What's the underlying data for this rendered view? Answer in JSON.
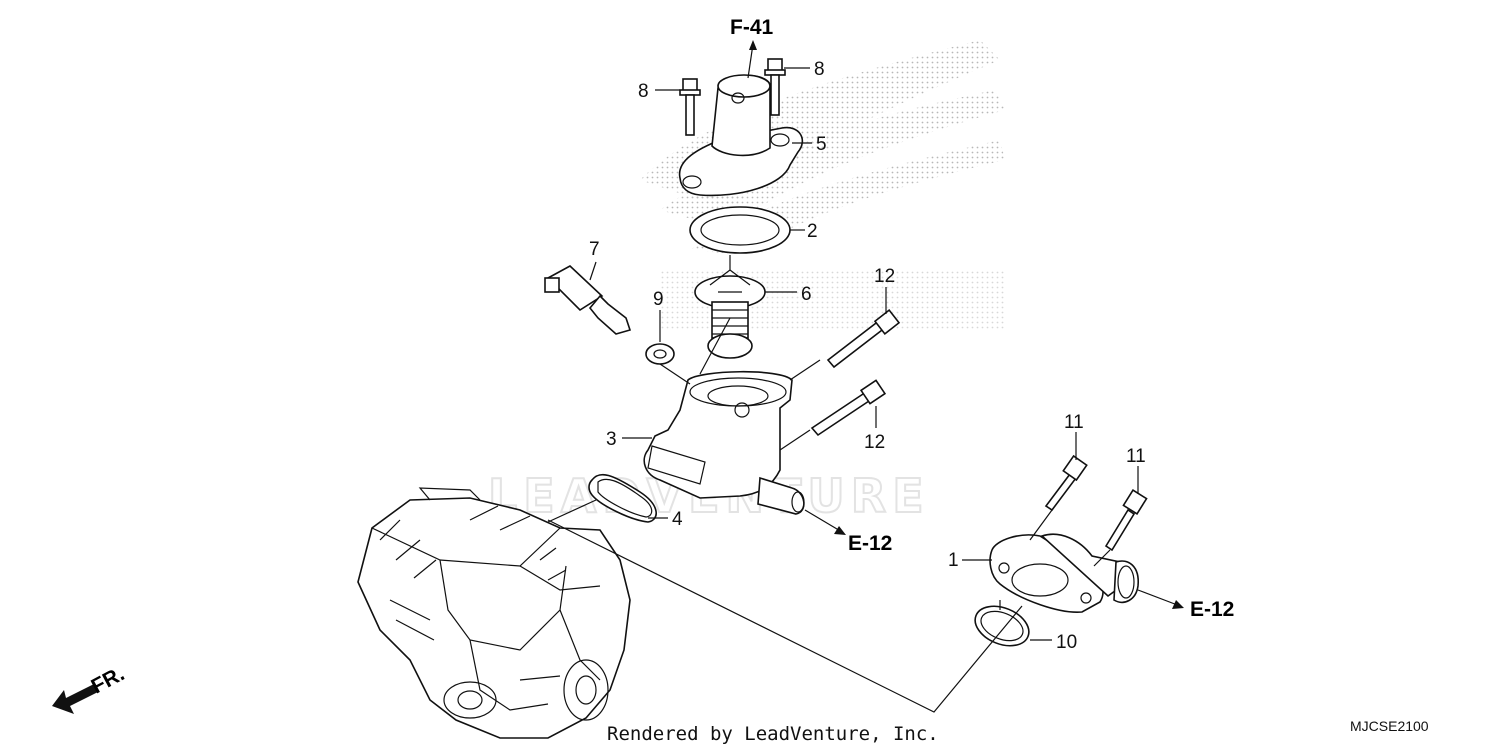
{
  "diagram": {
    "callouts": {
      "c1": "1",
      "c2": "2",
      "c3": "3",
      "c4": "4",
      "c5": "5",
      "c6": "6",
      "c7": "7",
      "c8a": "8",
      "c8b": "8",
      "c9": "9",
      "c10": "10",
      "c11a": "11",
      "c11b": "11",
      "c12a": "12",
      "c12b": "12"
    },
    "references": {
      "f41": "F-41",
      "e12_upper": "E-12",
      "e12_lower": "E-12"
    },
    "front_marker": "FR.",
    "watermark": "LEADVENTURE",
    "footer": "Rendered by LeadVenture, Inc.",
    "diagram_code": "MJCSE2100"
  }
}
